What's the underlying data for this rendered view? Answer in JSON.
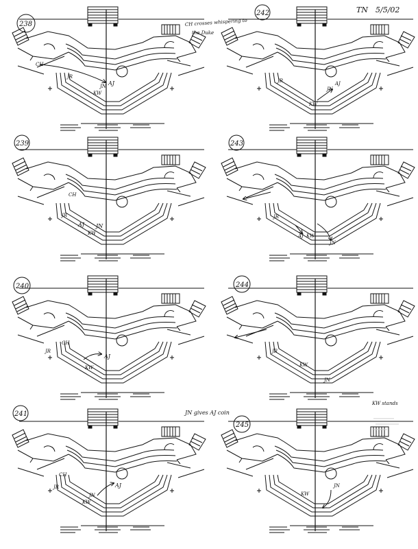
{
  "header": {
    "initials": "TN",
    "date": "5/5/02"
  },
  "panels": [
    {
      "number": "238",
      "labels": {
        "ch": "CH",
        "jr": "JR",
        "aj": "AJ",
        "kw": "KW",
        "jn": "JN"
      },
      "note_line1": "CH crosses whispering to",
      "note_line2": "the Duke"
    },
    {
      "number": "242",
      "labels": {
        "ch": "",
        "jr": "JR",
        "aj": "AJ",
        "kw": "KW",
        "jn": "JN"
      },
      "note_line1": "",
      "note_line2": ""
    },
    {
      "number": "239",
      "labels": {
        "ch": "CH",
        "jr": "JR",
        "aj": "AJ",
        "kw": "KW",
        "jn": "JN"
      },
      "note_line1": "",
      "note_line2": ""
    },
    {
      "number": "243",
      "labels": {
        "ch": "",
        "jr": "JR",
        "aj": "AJ",
        "kw": "KW",
        "jn": "JN"
      },
      "note_line1": "",
      "note_line2": ""
    },
    {
      "number": "240",
      "labels": {
        "ch": "CH",
        "jr": "JR",
        "aj": "AJ",
        "kw": "KW",
        "jn": ""
      },
      "note_line1": "",
      "note_line2": ""
    },
    {
      "number": "244",
      "labels": {
        "ch": "",
        "jr": "JR",
        "aj": "",
        "kw": "KW",
        "jn": "JN"
      },
      "note_line1": "KW stands",
      "note_line2": ""
    },
    {
      "number": "241",
      "labels": {
        "ch": "CH",
        "jr": "JR",
        "aj": "AJ",
        "kw": "KW",
        "jn": "JN"
      },
      "note_line1": "JN gives AJ coin",
      "note_line2": ""
    },
    {
      "number": "245",
      "labels": {
        "ch": "",
        "jr": "",
        "aj": "",
        "kw": "KW",
        "jn": "JN"
      },
      "note_line1": "",
      "note_line2": ""
    }
  ],
  "colors": {
    "ink": "#111111",
    "paper": "#ffffff"
  }
}
